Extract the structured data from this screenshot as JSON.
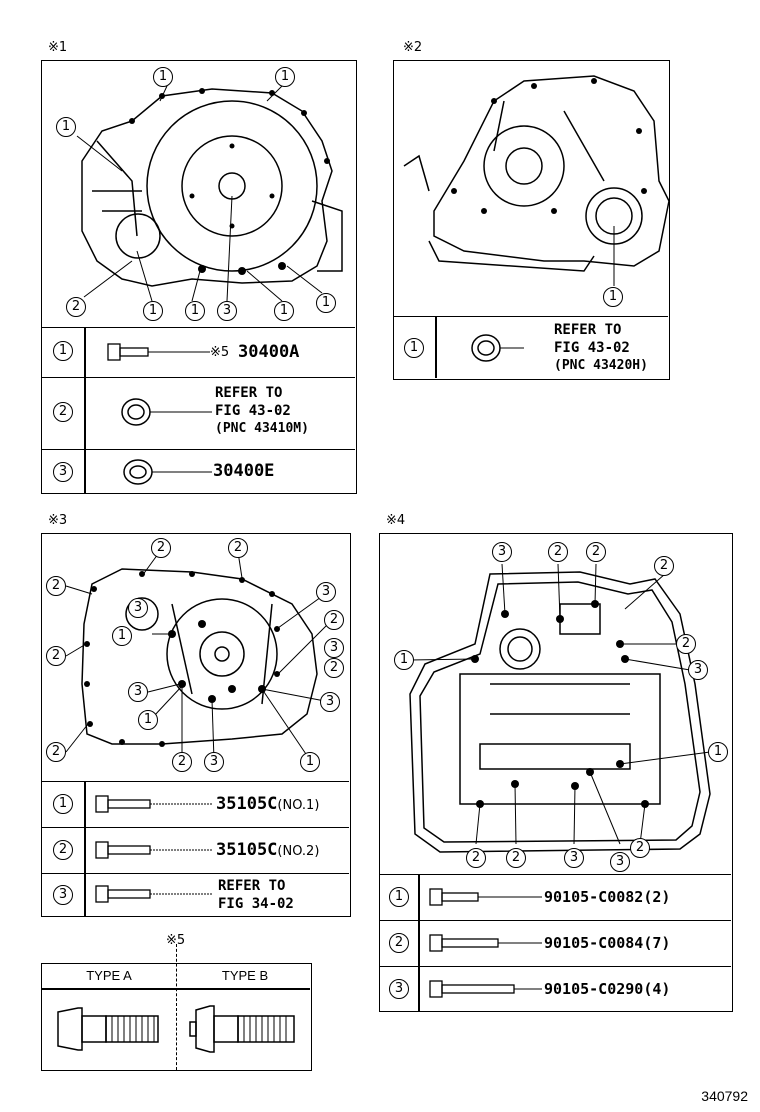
{
  "figure_id": "340792",
  "sections": {
    "s1": {
      "mark": "※1",
      "table": [
        {
          "num": "1",
          "prefix": "※5",
          "code": "30400A"
        },
        {
          "num": "2",
          "note": [
            "REFER TO",
            "FIG 43-02",
            "(PNC 43410M)"
          ]
        },
        {
          "num": "3",
          "code": "30400E"
        }
      ]
    },
    "s2": {
      "mark": "※2",
      "table": [
        {
          "num": "1",
          "note": [
            "REFER TO",
            "FIG 43-02",
            "(PNC 43420H)"
          ]
        }
      ]
    },
    "s3": {
      "mark": "※3",
      "table": [
        {
          "num": "1",
          "code": "35105C",
          "suffix": "(NO.1)"
        },
        {
          "num": "2",
          "code": "35105C",
          "suffix": "(NO.2)"
        },
        {
          "num": "3",
          "note": [
            "REFER TO",
            "FIG 34-02"
          ]
        }
      ]
    },
    "s4": {
      "mark": "※4",
      "table": [
        {
          "num": "1",
          "code": "90105-C0082",
          "qty": "(2)"
        },
        {
          "num": "2",
          "code": "90105-C0084",
          "qty": "(7)"
        },
        {
          "num": "3",
          "code": "90105-C0290",
          "qty": "(4)"
        }
      ]
    },
    "s5": {
      "mark": "※5",
      "type_a": "TYPE A",
      "type_b": "TYPE B"
    }
  },
  "callouts": {
    "one": "1",
    "two": "2",
    "three": "3"
  }
}
